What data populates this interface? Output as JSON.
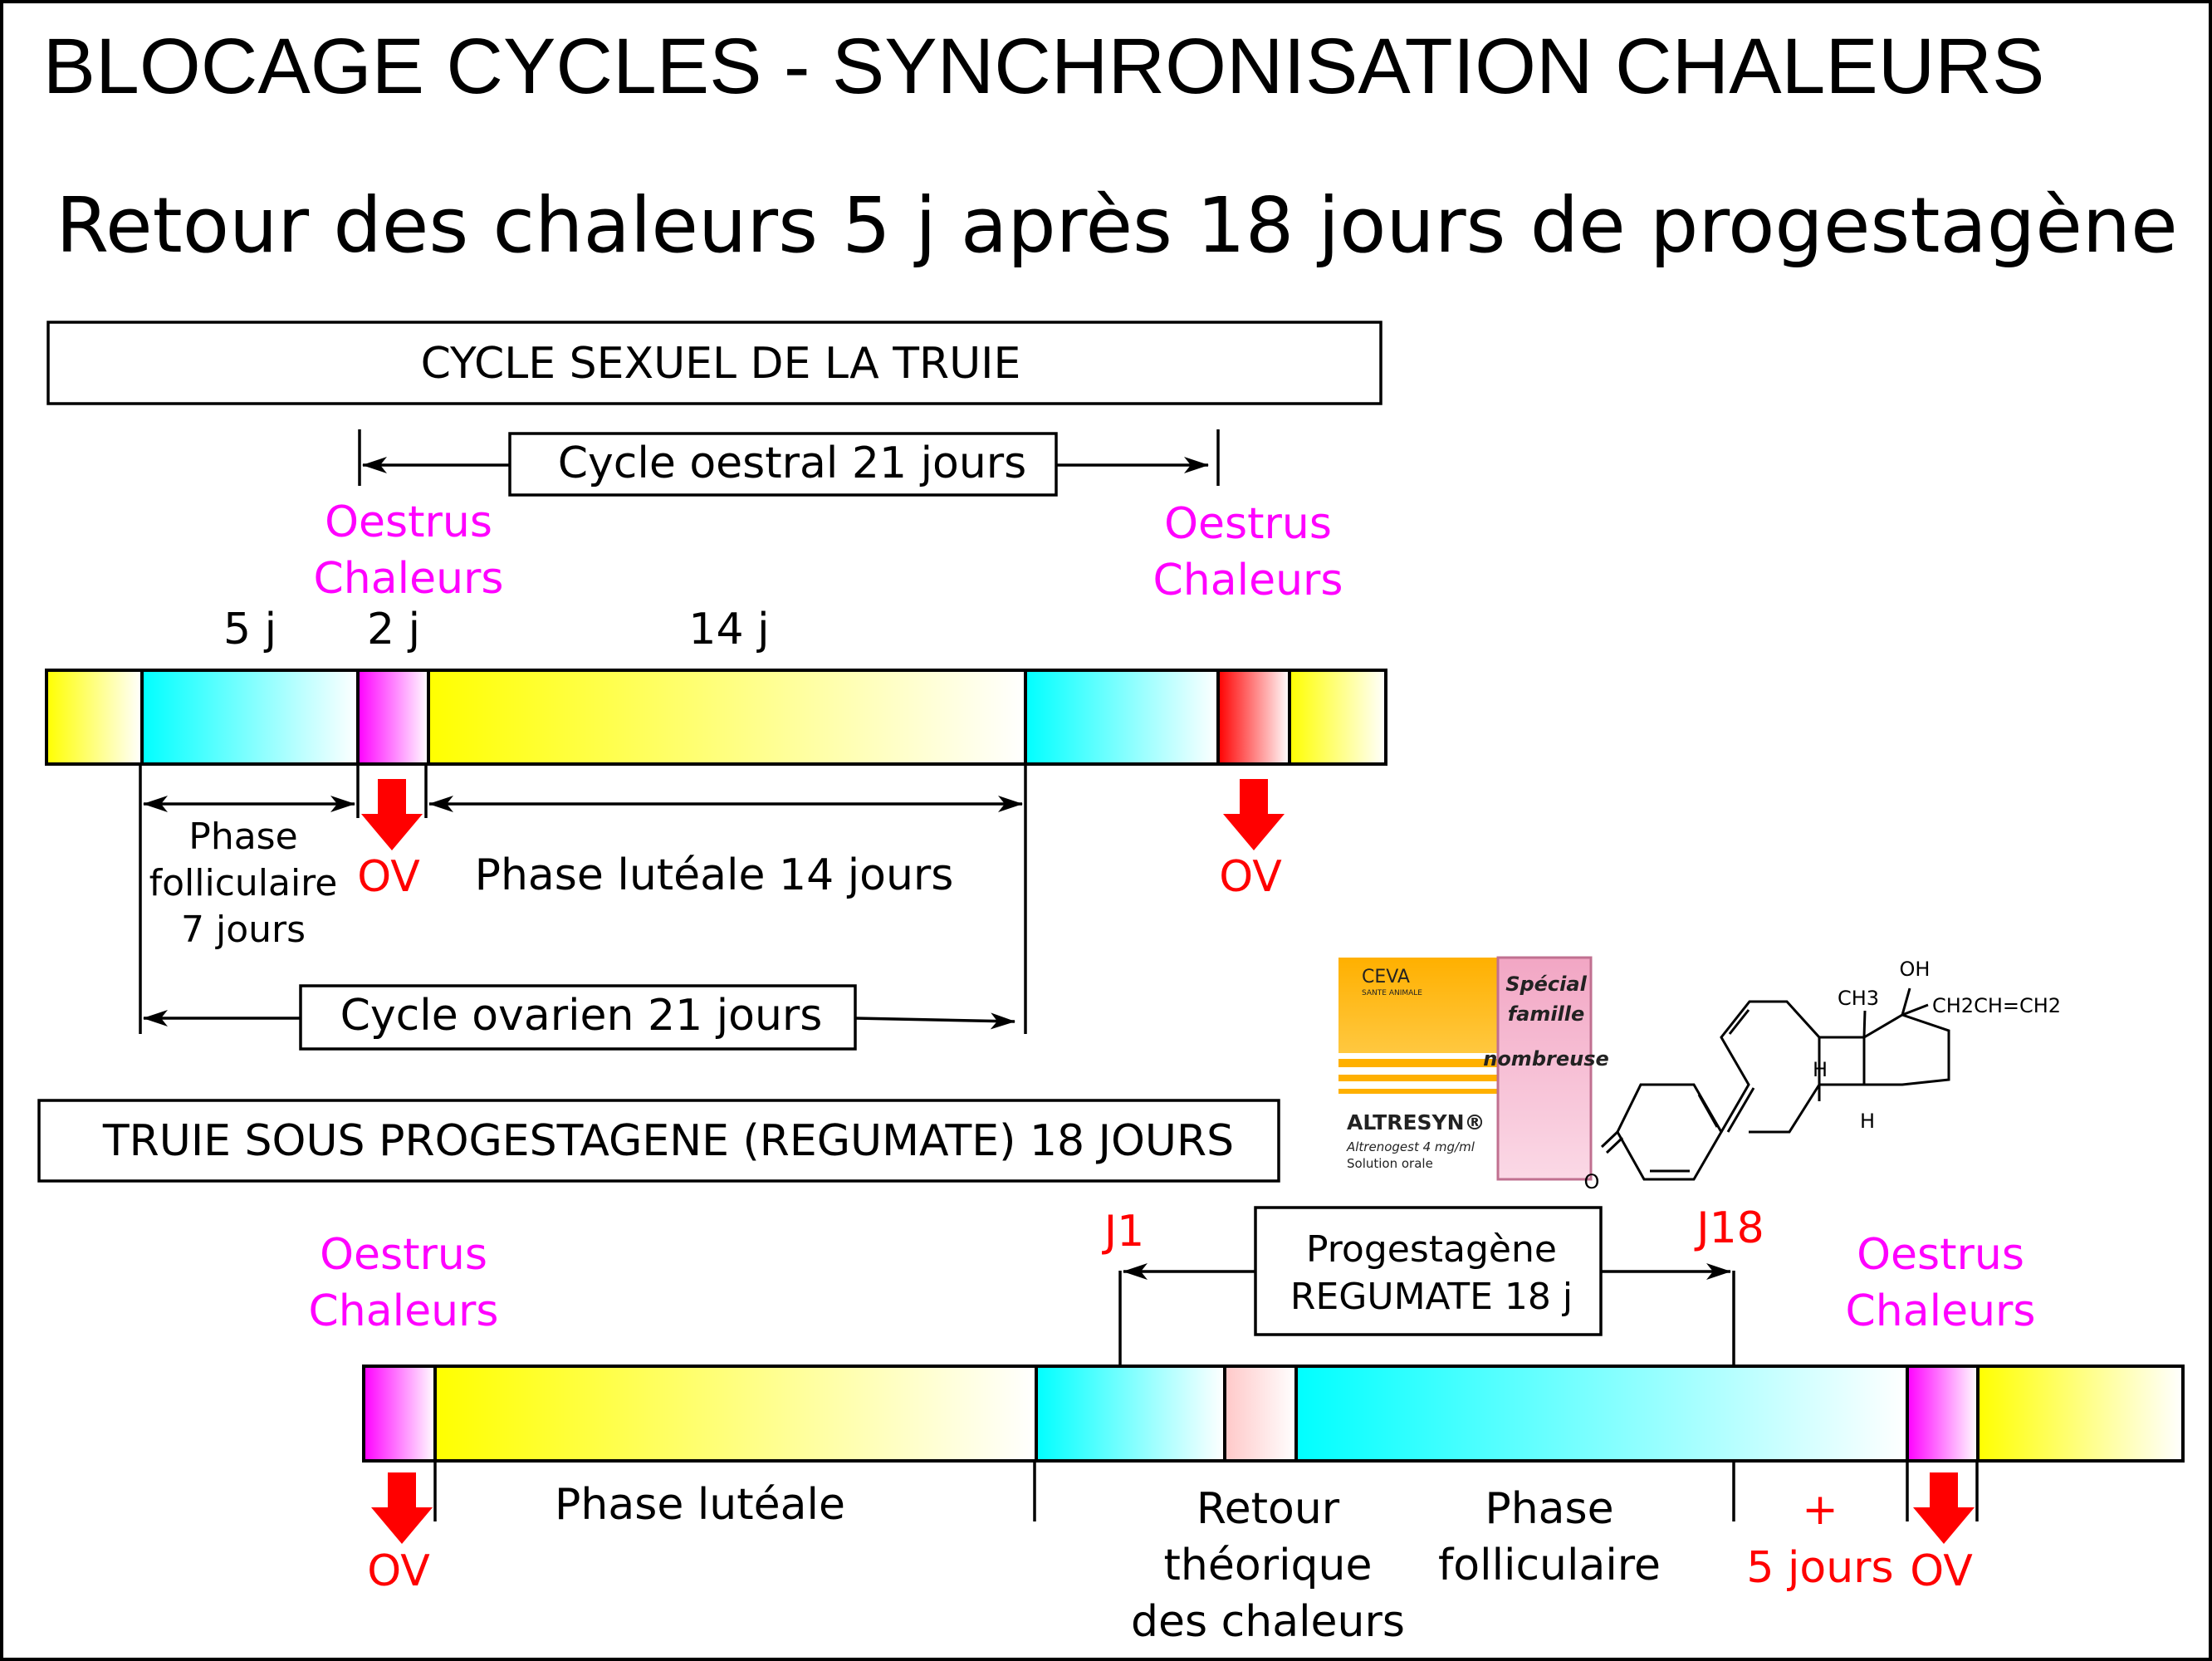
{
  "title": "BLOCAGE CYCLES - SYNCHRONISATION CHALEURS",
  "subtitle": "Retour des chaleurs 5 j après 18 jours de progestagène",
  "section1": {
    "header": "CYCLE SEXUEL DE LA TRUIE",
    "cycle_oestral": "Cycle oestral 21 jours",
    "oestrus": "Oestrus",
    "chaleurs": "Chaleurs",
    "d5": "5 j",
    "d2": "2 j",
    "d14": "14 j",
    "phase_foll_1": "Phase",
    "phase_foll_2": "folliculaire",
    "phase_foll_3": "7 jours",
    "ov": "OV",
    "phase_luteale": "Phase lutéale 14 jours",
    "cycle_ovarien": "Cycle ovarien 21 jours"
  },
  "section2": {
    "header": "TRUIE SOUS PROGESTAGENE (REGUMATE) 18 JOURS",
    "oestrus": "Oestrus",
    "chaleurs": "Chaleurs",
    "j1": "J1",
    "j18": "J18",
    "progestagene_1": "Progestagène",
    "progestagene_2": "REGUMATE 18 j",
    "ov": "OV",
    "phase_luteale": "Phase lutéale",
    "retour_1": "Retour",
    "retour_2": "théorique",
    "retour_3": "des chaleurs",
    "phase_foll_1": "Phase",
    "phase_foll_2": "folliculaire",
    "plus": "+",
    "plus_jours": "5 jours"
  },
  "product": {
    "brand": "CEVA",
    "brand_sub": "SANTE ANIMALE",
    "name": "ALTRESYN®",
    "desc1": "Altrenogest 4 mg/ml",
    "desc2": "Solution orale",
    "special1": "Spécial",
    "special2": "famille",
    "special3": "nombreuse"
  },
  "molecule": {
    "oh": "OH",
    "ch3": "CH3",
    "side": "CH2CH=CH2",
    "h1": "H",
    "h2": "H",
    "o": "O"
  },
  "colors": {
    "yellow": "#ffff00",
    "cyan": "#00ffff",
    "magenta": "#ff00ff",
    "red": "#ff0000",
    "pink": "#ffd0d0",
    "label_magenta": "#ff00ff",
    "label_red": "#ff0000"
  }
}
